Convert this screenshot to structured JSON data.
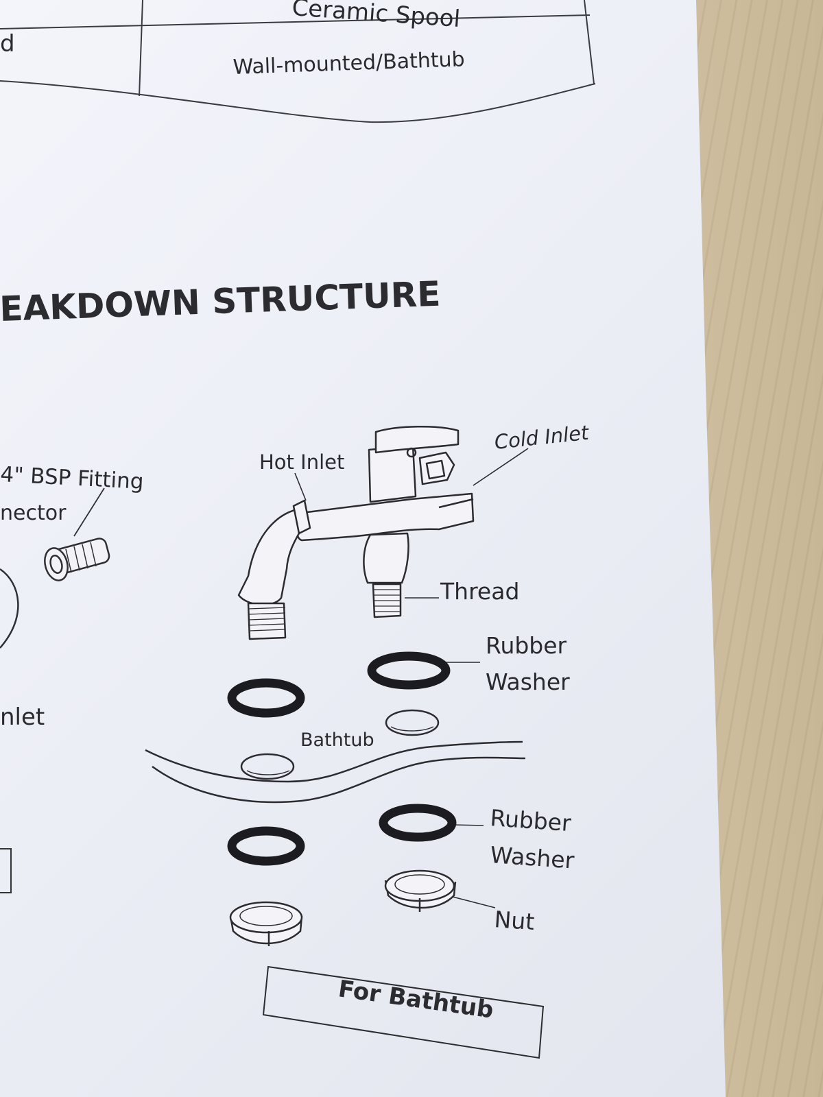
{
  "spec_table": {
    "row1_value": "Ceramic Spool",
    "row2_label_fragment": "d",
    "row2_value": "Wall-mounted/Bathtub"
  },
  "section_title": "EAKDOWN STRUCTURE",
  "left_labels": {
    "bsp_fitting": "4\" BSP Fitting",
    "connector": "nector",
    "inlet": "nlet"
  },
  "part_labels": {
    "hot_inlet": "Hot Inlet",
    "cold_inlet": "Cold Inlet",
    "thread": "Thread",
    "rubber_washer_upper_1": "Rubber",
    "rubber_washer_upper_2": "Washer",
    "bathtub": "Bathtub",
    "rubber_washer_lower_1": "Rubber",
    "rubber_washer_lower_2": "Washer",
    "nut": "Nut"
  },
  "caption": "For Bathtub"
}
